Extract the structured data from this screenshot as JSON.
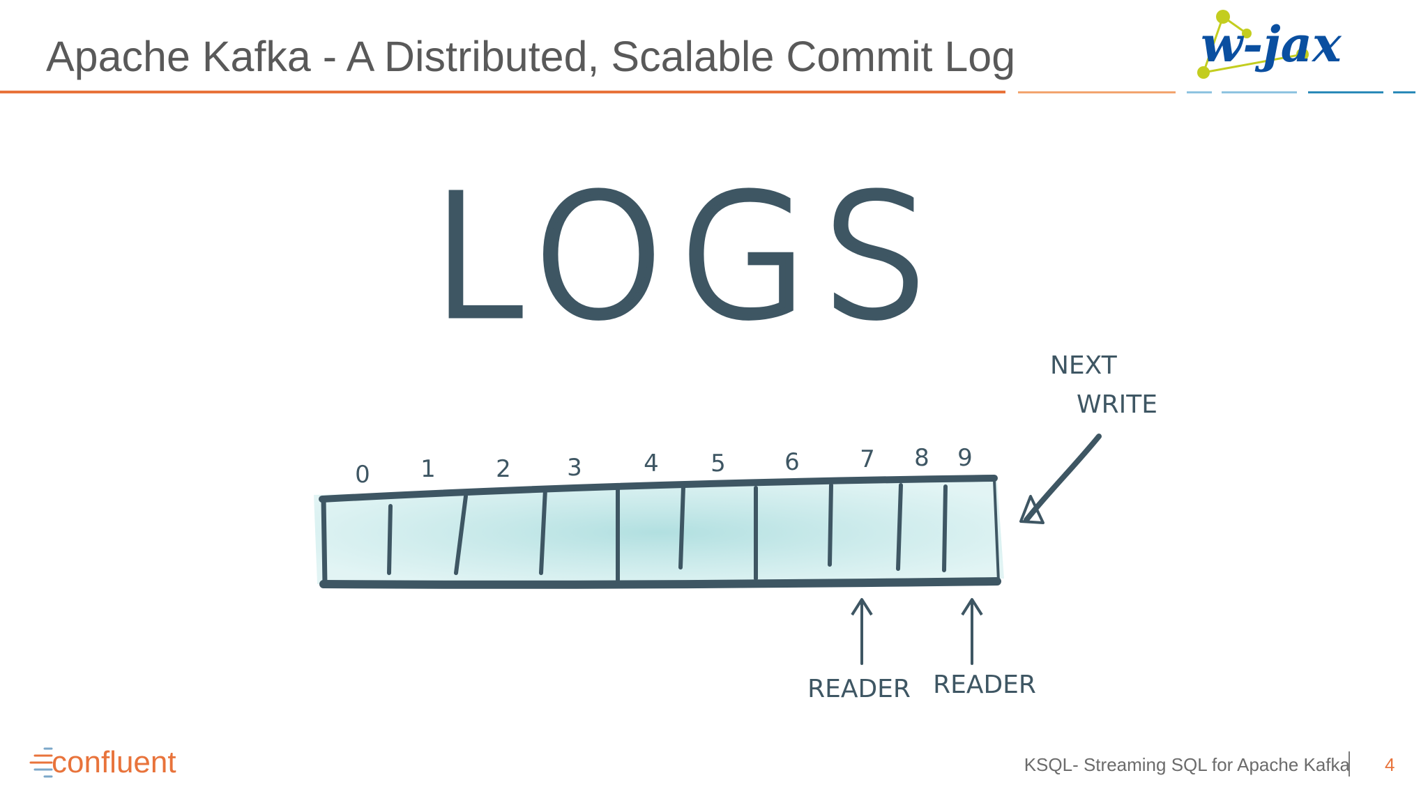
{
  "slide": {
    "title": "Apache Kafka - A Distributed, Scalable Commit Log",
    "footer_text": "KSQL- Streaming SQL for Apache Kafka",
    "page_number": "4"
  },
  "brand": {
    "logo_text": "w-jax",
    "logo_color": "#0a4fa0",
    "accent_color": "#c3cd1f",
    "footer_logo_text": "confluent",
    "footer_logo_color": "#e8733b"
  },
  "diagram": {
    "heading": "LOGS",
    "offsets": [
      "0",
      "1",
      "2",
      "3",
      "4",
      "5",
      "6",
      "7",
      "8",
      "9"
    ],
    "next_write_label": [
      "NEXT",
      "WRITE"
    ],
    "reader_labels": [
      "READER",
      "READER"
    ]
  },
  "colors": {
    "title_rule": "#e8733b",
    "ink": "#3e5663",
    "cell_fill": "#bfe6e7"
  }
}
